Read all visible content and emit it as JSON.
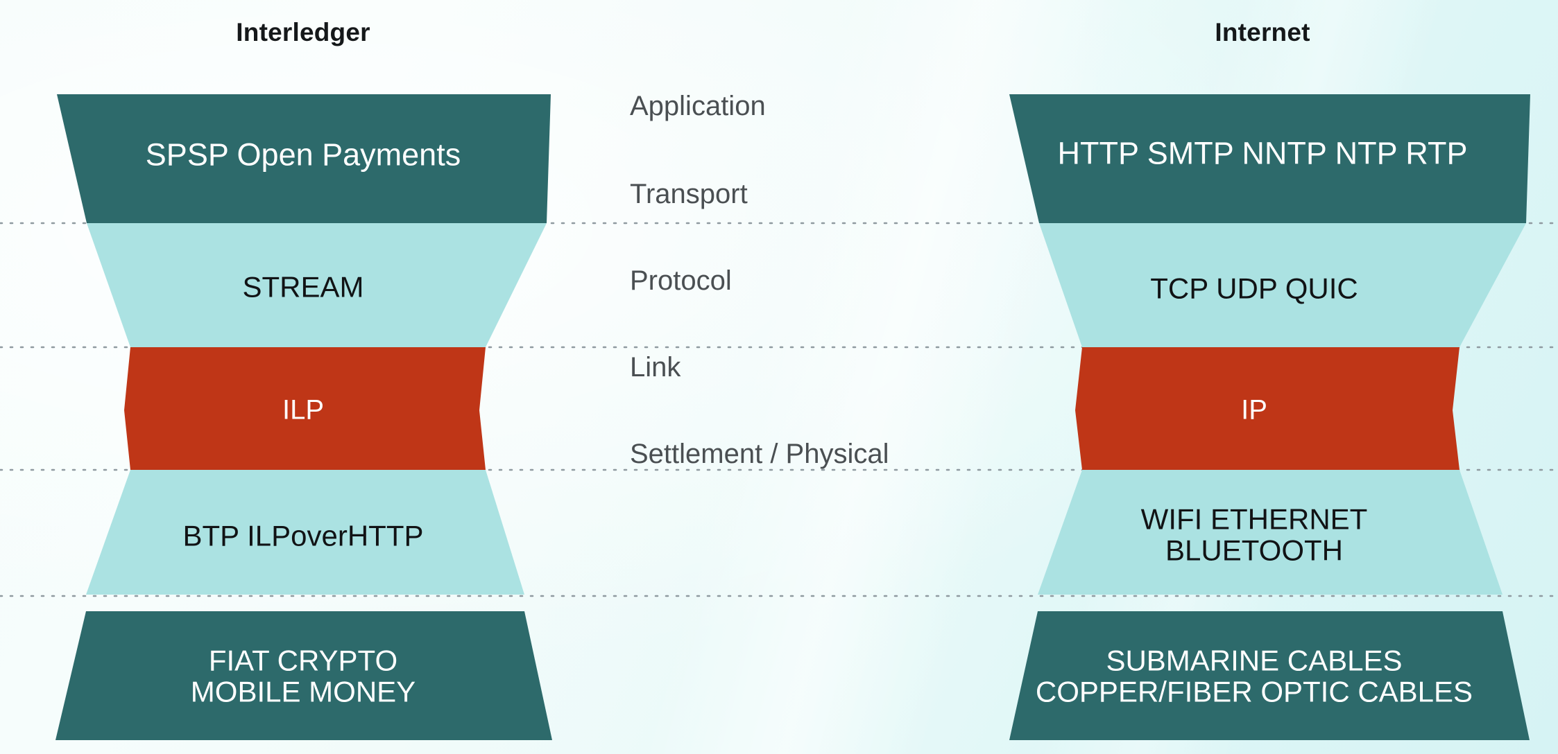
{
  "diagram": {
    "title_left": "Interledger",
    "title_right": "Internet",
    "colors": {
      "dark_teal": "#2d6a6b",
      "light_teal": "#abe2e2",
      "red": "#bf3617",
      "background_light": "#f4fcfb",
      "background_deep": "#d6f3f4",
      "divider": "#8f9aa0",
      "text_light": "#ffffff",
      "text_dark": "#111315",
      "mid_label": "#4a4f52"
    },
    "layers": [
      {
        "name": "Application",
        "fill": "dark_teal",
        "interledger": [
          "SPSP   Open Payments"
        ],
        "internet": [
          "HTTP  SMTP  NNTP  NTP  RTP"
        ]
      },
      {
        "name": "Transport",
        "fill": "light_teal",
        "interledger": [
          "STREAM"
        ],
        "internet": [
          "TCP  UDP  QUIC"
        ]
      },
      {
        "name": "Protocol",
        "fill": "red",
        "interledger": [
          "ILP"
        ],
        "internet": [
          "IP"
        ]
      },
      {
        "name": "Link",
        "fill": "light_teal",
        "interledger": [
          "BTP  ILPoverHTTP"
        ],
        "internet": [
          "WIFI   ETHERNET",
          "BLUETOOTH"
        ]
      },
      {
        "name": "Settlement / Physical",
        "fill": "dark_teal",
        "interledger": [
          "FIAT   CRYPTO",
          "MOBILE MONEY"
        ],
        "internet": [
          "SUBMARINE CABLES",
          "COPPER/FIBER OPTIC CABLES"
        ]
      }
    ]
  }
}
